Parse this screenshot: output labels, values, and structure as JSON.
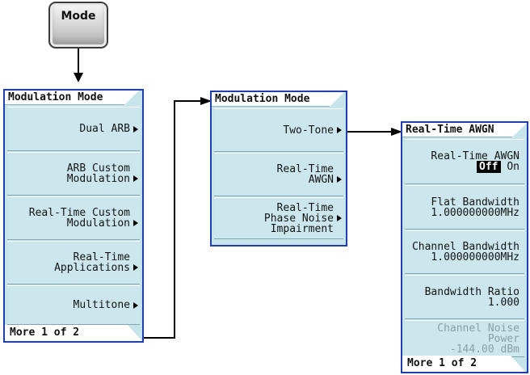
{
  "hardkey": {
    "label": "Mode"
  },
  "menu1": {
    "title": "Modulation Mode",
    "keys": [
      {
        "lines": [
          "Dual ARB"
        ]
      },
      {
        "lines": [
          "ARB Custom",
          "Modulation"
        ]
      },
      {
        "lines": [
          "Real-Time Custom",
          "Modulation"
        ]
      },
      {
        "lines": [
          "Real-Time",
          "Applications"
        ]
      },
      {
        "lines": [
          "Multitone"
        ]
      }
    ],
    "more": "More 1 of 2"
  },
  "menu2": {
    "title": "Modulation Mode",
    "keys": [
      {
        "lines": [
          "Two-Tone"
        ]
      },
      {
        "lines": [
          "Real-Time",
          "AWGN"
        ]
      },
      {
        "lines": [
          "Real-Time",
          "Phase Noise",
          "Impairment"
        ]
      }
    ]
  },
  "menu3": {
    "title": "Real-Time AWGN",
    "keys": [
      {
        "lines": [
          "Real-Time AWGN"
        ],
        "toggle_off": "Off",
        "toggle_on": "On"
      },
      {
        "lines": [
          "Flat Bandwidth",
          "1.000000000MHz"
        ]
      },
      {
        "lines": [
          "Channel Bandwidth",
          "1.000000000MHz"
        ]
      },
      {
        "lines": [
          "Bandwidth Ratio",
          "1.000"
        ]
      },
      {
        "lines": [
          "Channel Noise",
          "Power",
          "-144.00 dBm"
        ]
      }
    ],
    "more": "More 1 of 2"
  },
  "colors": {
    "panel": "#c7e4ea",
    "border": "#1f3fae"
  }
}
